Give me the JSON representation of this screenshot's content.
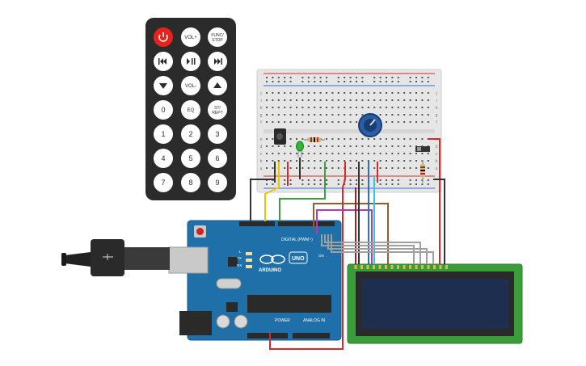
{
  "remote": {
    "buttons": [
      {
        "label": "",
        "icon": "power-icon",
        "color": "#e8231b"
      },
      {
        "label": "VOL+",
        "icon": ""
      },
      {
        "label": "FUNC/ STOP",
        "icon": ""
      },
      {
        "label": "",
        "icon": "rewind-icon"
      },
      {
        "label": "",
        "icon": "play-pause-icon"
      },
      {
        "label": "",
        "icon": "fast-forward-icon"
      },
      {
        "label": "",
        "icon": "down-arrow-icon"
      },
      {
        "label": "VOL-",
        "icon": ""
      },
      {
        "label": "",
        "icon": "up-arrow-icon"
      },
      {
        "label": "0",
        "icon": ""
      },
      {
        "label": "EQ",
        "icon": ""
      },
      {
        "label": "ST/ REPT",
        "icon": ""
      },
      {
        "label": "1",
        "icon": ""
      },
      {
        "label": "2",
        "icon": ""
      },
      {
        "label": "3",
        "icon": ""
      },
      {
        "label": "4",
        "icon": ""
      },
      {
        "label": "5",
        "icon": ""
      },
      {
        "label": "6",
        "icon": ""
      },
      {
        "label": "7",
        "icon": ""
      },
      {
        "label": "8",
        "icon": ""
      },
      {
        "label": "9",
        "icon": ""
      }
    ]
  },
  "breadboard": {
    "row_letters_top": [
      "j",
      "i",
      "h",
      "g",
      "f"
    ],
    "row_letters_bottom": [
      "e",
      "d",
      "c",
      "b",
      "a"
    ]
  },
  "arduino": {
    "logo_text": "ARDUINO",
    "uno_text": "UNO",
    "digital_label": "DIGITAL (PWM~)",
    "power_label": "POWER",
    "analog_label": "ANALOG IN",
    "tx_label": "TX",
    "rx_label": "RX",
    "l_label": "L",
    "on_label": "ON"
  },
  "colors": {
    "board_blue": "#1f6fa8",
    "breadboard": "#e9e9e9",
    "wire_red": "#d62a2a",
    "wire_black": "#333333",
    "wire_yellow": "#e6c700",
    "wire_green": "#3aa043",
    "wire_blue": "#2a6fd6",
    "wire_cyan": "#30c8e0",
    "wire_purple": "#b43ab4",
    "wire_brown": "#9a5a2a",
    "wire_gray": "#a0a0a0",
    "lcd_green": "#3a9d3a",
    "lcd_screen": "#1e2e4e"
  }
}
